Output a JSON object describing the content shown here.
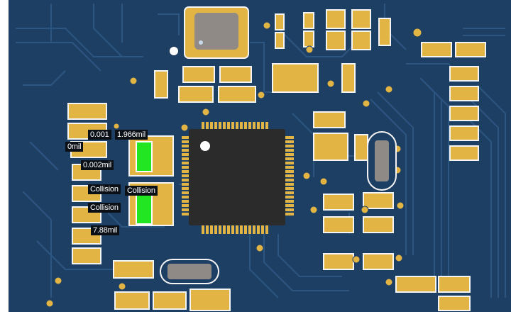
{
  "app": {
    "view": "pcb-3d-layout"
  },
  "colors": {
    "board": "#1e3f64",
    "trace": "#2d5580",
    "pad": "#e1b443",
    "pad_outline": "#f4f4f4",
    "chip_body": "#2b2b2b",
    "chip_pin": "#e1b443",
    "collision_fill": "#22e622",
    "label_bg": "#0b0f16",
    "label_text": "#ffffff",
    "crystal_body": "#8f8a86"
  },
  "drc_markers": {
    "clearance_top": "0.001",
    "clearance_top_right": "1.966mil",
    "clearance_left": "0mil",
    "clearance_mid": "0.002mil",
    "collision_1": "Collision",
    "collision_2": "Collision",
    "collision_3": "Collision",
    "clearance_bottom": "7.88mil"
  },
  "components": {
    "main_ic": "qfp-microcontroller",
    "crystal_top": "crystal-oscillator",
    "crystal_right": "oval-crystal-right",
    "crystal_bottom": "oval-crystal-bottom"
  }
}
